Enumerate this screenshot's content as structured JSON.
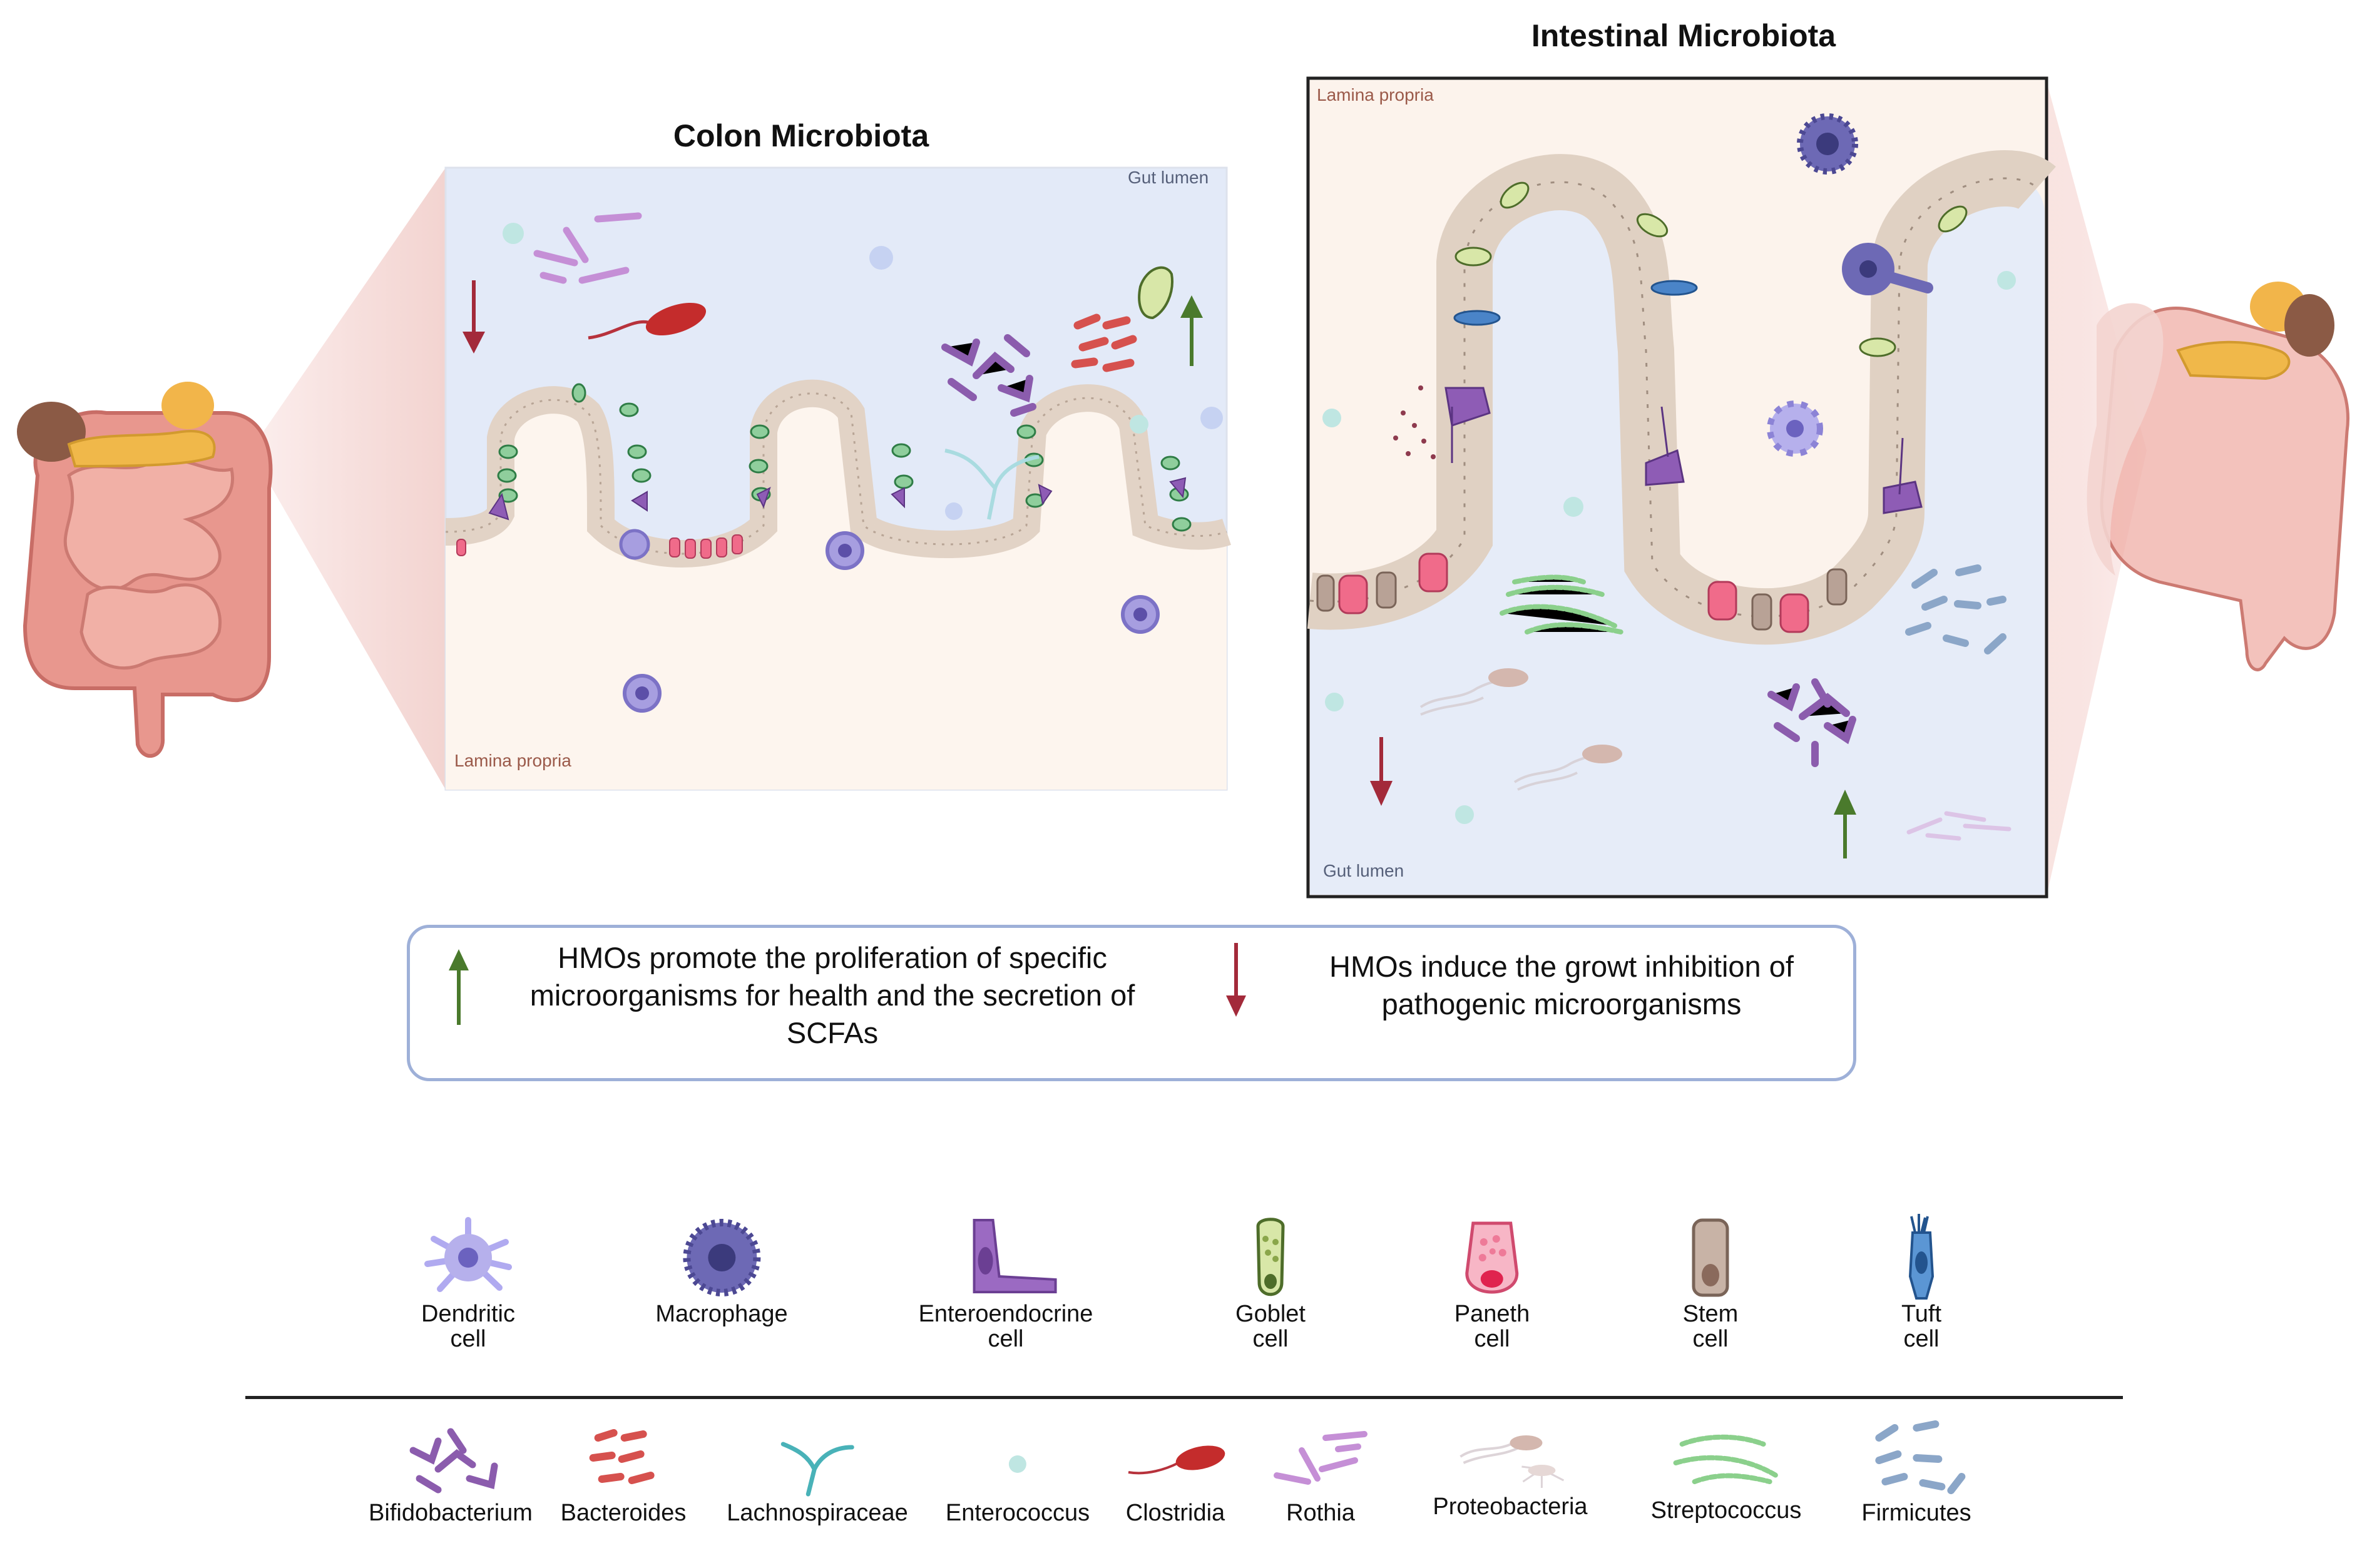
{
  "colon": {
    "title": "Colon Microbiota",
    "lumen_label": "Gut lumen",
    "lamina_label": "Lamina propria"
  },
  "intestinal": {
    "title": "Intestinal Microbiota",
    "lamina_label": "Lamina propria",
    "lumen_label": "Gut lumen"
  },
  "effects": {
    "promote": "HMOs promote the proliferation of specific microorganisms for health and the secretion of SCFAs",
    "inhibit": "HMOs induce the growt inhibition of pathogenic microorganisms"
  },
  "cell_legend": [
    {
      "label": "Dendritic\ncell",
      "icon": "dendritic-cell-icon"
    },
    {
      "label": "Macrophage",
      "icon": "macrophage-icon"
    },
    {
      "label": "Enteroendocrine\ncell",
      "icon": "enteroendocrine-cell-icon"
    },
    {
      "label": "Goblet\ncell",
      "icon": "goblet-cell-icon"
    },
    {
      "label": "Paneth\ncell",
      "icon": "paneth-cell-icon"
    },
    {
      "label": "Stem\ncell",
      "icon": "stem-cell-icon"
    },
    {
      "label": "Tuft\ncell",
      "icon": "tuft-cell-icon"
    }
  ],
  "microbe_legend": [
    {
      "label": "Bifidobacterium",
      "icon": "bifidobacterium-icon"
    },
    {
      "label": "Bacteroides",
      "icon": "bacteroides-icon"
    },
    {
      "label": "Lachnospiraceae",
      "icon": "lachnospiraceae-icon"
    },
    {
      "label": "Enterococcus",
      "icon": "enterococcus-icon"
    },
    {
      "label": "Clostridia",
      "icon": "clostridia-icon"
    },
    {
      "label": "Rothia",
      "icon": "rothia-icon"
    },
    {
      "label": "Proteobacteria",
      "icon": "proteobacteria-icon"
    },
    {
      "label": "Streptococcus",
      "icon": "streptococcus-icon"
    },
    {
      "label": "Firmicutes",
      "icon": "firmicutes-icon"
    }
  ],
  "colors": {
    "up_arrow": "#4a7a2c",
    "down_arrow": "#a32a3a",
    "lumen_bg": "#e3eaf8",
    "lamina_bg": "#fdf5ee",
    "epithelium": "#e2d3c6",
    "legend_border": "#9eb0d8"
  }
}
